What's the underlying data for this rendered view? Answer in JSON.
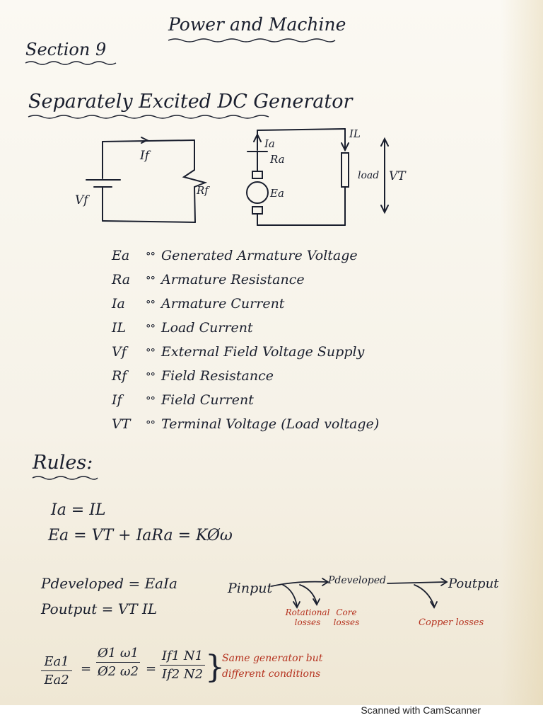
{
  "header": {
    "title": "Power and Machine",
    "section": "Section 9",
    "heading": "Separately Excited DC Generator"
  },
  "circuit": {
    "field": {
      "current": "If",
      "resistance": "Rf",
      "source": "Vf"
    },
    "armature": {
      "current": "Ia",
      "resistance": "Ra",
      "voltage": "Ea",
      "load_current": "IL",
      "load_label": "load",
      "terminal_voltage": "VT"
    }
  },
  "definitions": [
    {
      "symbol": "Ea",
      "text": "Generated Armature Voltage"
    },
    {
      "symbol": "Ra",
      "text": "Armature Resistance"
    },
    {
      "symbol": "Ia",
      "text": "Armature Current"
    },
    {
      "symbol": "IL",
      "text": "Load Current"
    },
    {
      "symbol": "Vf",
      "text": "External Field Voltage Supply"
    },
    {
      "symbol": "Rf",
      "text": "Field Resistance"
    },
    {
      "symbol": "If",
      "text": "Field Current"
    },
    {
      "symbol": "VT",
      "text": "Terminal Voltage (Load voltage)"
    }
  ],
  "rules": {
    "heading": "Rules:",
    "eq1": "Ia = IL",
    "eq2": "Ea = VT + IaRa = KØω",
    "eq3": "Pdeveloped = EaIa",
    "eq4": "Poutput = VT IL"
  },
  "power_flow": {
    "input": "Pinput",
    "developed": "Pdeveloped",
    "output": "Poutput",
    "loss1": "Rotational losses",
    "loss2": "Core losses",
    "loss3": "Copper losses"
  },
  "ratio": {
    "num1": "Ea1",
    "den1": "Ea2",
    "num2": "Ø1 ω1",
    "den2": "Ø2 ω2",
    "num3": "If1 N1",
    "den3": "If2 N2",
    "note_line1": "Same generator but",
    "note_line2": "different conditions"
  },
  "footer": "Scanned with CamScanner",
  "colors": {
    "ink": "#1a1f2e",
    "red_ink": "#b5321f",
    "paper": "#f6f2e8"
  }
}
